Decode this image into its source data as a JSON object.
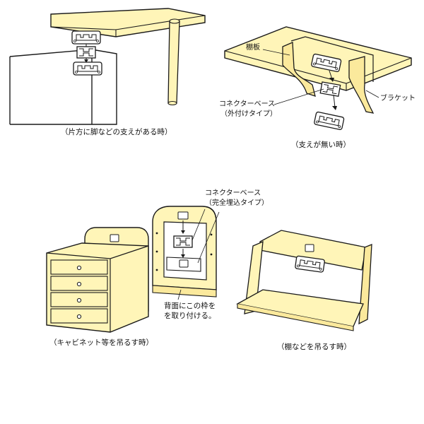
{
  "colors": {
    "wood": "#fff5b8",
    "wood_shade": "#fbe99c",
    "line": "#1a1a1a",
    "white": "#ffffff"
  },
  "panels": {
    "table_with_leg": {
      "caption": "（片方に脚などの支えがある時）"
    },
    "no_support": {
      "caption": "（支えが無い時）",
      "label_shelf": "棚板",
      "label_bracket": "ブラケット",
      "label_connector_line1": "コネクターベース",
      "label_connector_line2": "（外付けタイプ）"
    },
    "cabinet": {
      "caption": "（キャビネット等を吊るす時）",
      "label_connector_line1": "コネクターベース",
      "label_connector_line2": "（完全埋込タイプ）",
      "note_line1": "背面にこの枠を",
      "note_line2": "を取り付ける。"
    },
    "shelf": {
      "caption": "（棚などを吊るす時）"
    }
  }
}
